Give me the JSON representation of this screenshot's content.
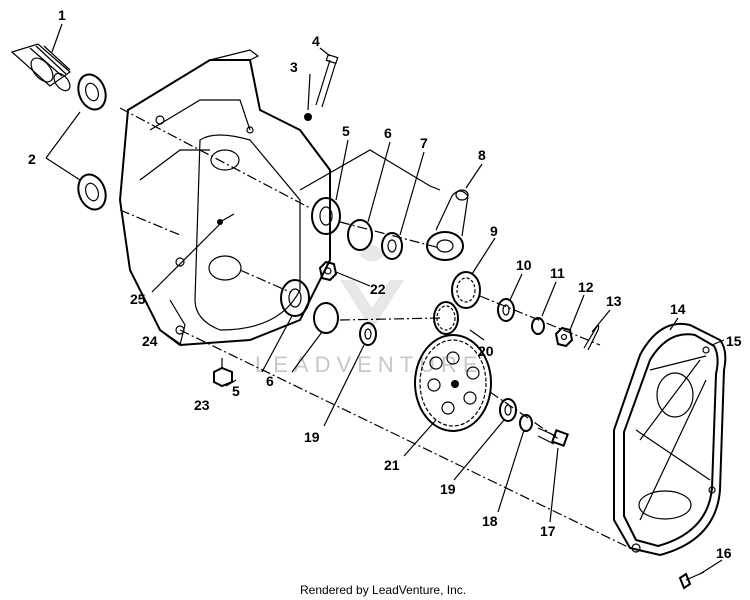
{
  "watermark": "LEADVENTURE",
  "footer": "Rendered by LeadVenture, Inc.",
  "callouts": [
    {
      "n": "1"
    },
    {
      "n": "2"
    },
    {
      "n": "3"
    },
    {
      "n": "4"
    },
    {
      "n": "5"
    },
    {
      "n": "6"
    },
    {
      "n": "7"
    },
    {
      "n": "8"
    },
    {
      "n": "9"
    },
    {
      "n": "10"
    },
    {
      "n": "11"
    },
    {
      "n": "12"
    },
    {
      "n": "13"
    },
    {
      "n": "14"
    },
    {
      "n": "15"
    },
    {
      "n": "16"
    },
    {
      "n": "17"
    },
    {
      "n": "18"
    },
    {
      "n": "19"
    },
    {
      "n": "20"
    },
    {
      "n": "21"
    },
    {
      "n": "22"
    },
    {
      "n": "23"
    },
    {
      "n": "24"
    },
    {
      "n": "25"
    },
    {
      "n": "5"
    },
    {
      "n": "6"
    },
    {
      "n": "19"
    }
  ]
}
